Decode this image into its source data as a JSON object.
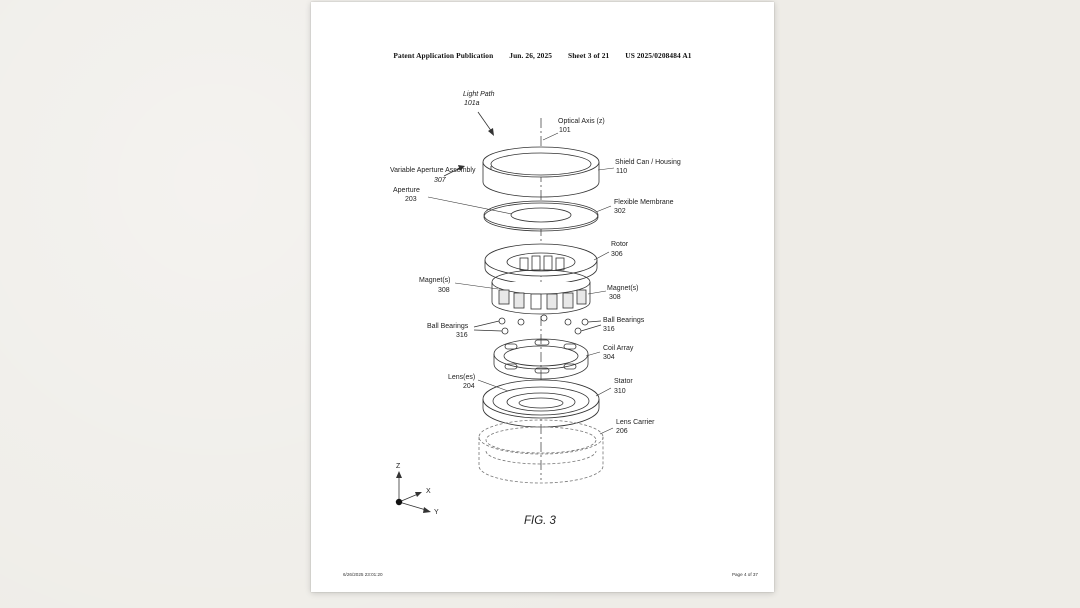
{
  "header": {
    "publication": "Patent Application Publication",
    "date": "Jun. 26, 2025",
    "sheet": "Sheet 3 of 21",
    "number": "US 2025/0208484 A1"
  },
  "labels": {
    "light_path": "Light Path",
    "light_path_ref": "101a",
    "optical_axis": "Optical Axis (z)",
    "optical_axis_ref": "101",
    "variable_aperture": "Variable Aperture Assembly",
    "variable_aperture_ref": "307",
    "shield_can": "Shield Can / Housing",
    "shield_can_ref": "110",
    "aperture": "Aperture",
    "aperture_ref": "203",
    "flexible_membrane": "Flexible Membrane",
    "flexible_membrane_ref": "302",
    "rotor": "Rotor",
    "rotor_ref": "306",
    "magnets_left": "Magnet(s)",
    "magnets_left_ref": "308",
    "magnets_right": "Magnet(s)",
    "magnets_right_ref": "308",
    "ball_bearings_left": "Ball Bearings",
    "ball_bearings_left_ref": "316",
    "ball_bearings_right": "Ball Bearings",
    "ball_bearings_right_ref": "316",
    "coil_array": "Coil Array",
    "coil_array_ref": "304",
    "lenses": "Lens(es)",
    "lenses_ref": "204",
    "stator": "Stator",
    "stator_ref": "310",
    "lens_carrier": "Lens Carrier",
    "lens_carrier_ref": "206",
    "axis_z": "Z",
    "axis_x": "X",
    "axis_y": "Y"
  },
  "figure_caption": "FIG. 3",
  "footer": {
    "left": "6/26/2025 23:01:20",
    "right": "Page 4 of 37"
  }
}
